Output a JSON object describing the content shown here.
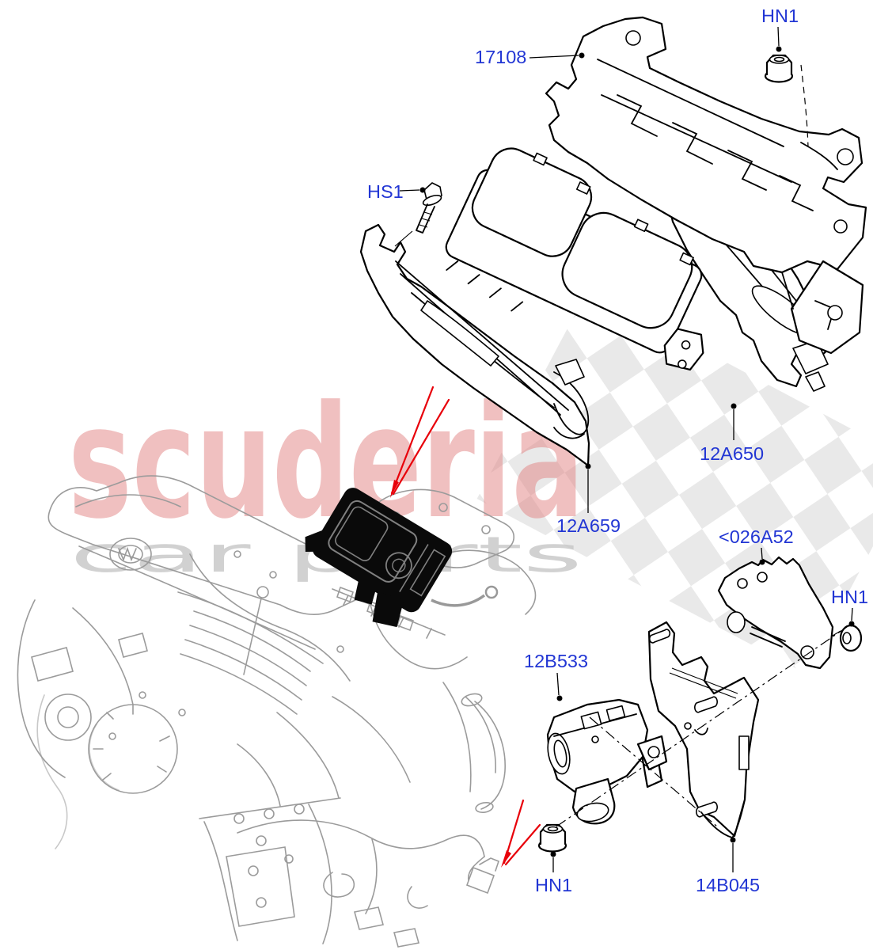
{
  "watermark": {
    "brand": "scuderia",
    "tagline": "car parts"
  },
  "diagram": {
    "description_codes": [
      "HN1",
      "17108",
      "HS1",
      "12A650",
      "12A659",
      "<026A52",
      "HN1",
      "12B533",
      "HN1",
      "14B045"
    ],
    "part_labels": {
      "hn1_top": "HN1",
      "p17108": "17108",
      "hs1": "HS1",
      "p12a650": "12A650",
      "p12a659": "12A659",
      "p026a52": "<026A52",
      "hn1_right": "HN1",
      "p12b533": "12B533",
      "hn1_bottom": "HN1",
      "p14b045": "14B045"
    }
  },
  "colors": {
    "label_blue": "#2236d4",
    "arrow_red": "#e8000a",
    "engine_gray": "#9b9b9b",
    "checker_gray": "#e4e4e4",
    "watermark_pink": "#e28383",
    "line_black": "#000000"
  }
}
